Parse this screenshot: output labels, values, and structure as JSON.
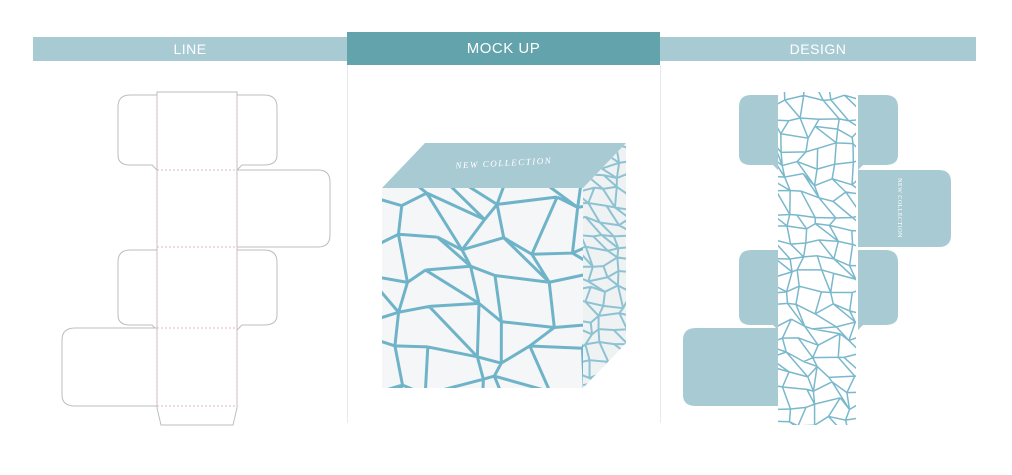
{
  "headers": {
    "line": "LINE",
    "mockup": "MOCK UP",
    "design": "DESIGN"
  },
  "box_text": "NEW COLLECTION",
  "colors": {
    "light_teal": "#a8cad3",
    "dark_teal": "#63a3ab",
    "pattern": "#6fb3c9"
  }
}
